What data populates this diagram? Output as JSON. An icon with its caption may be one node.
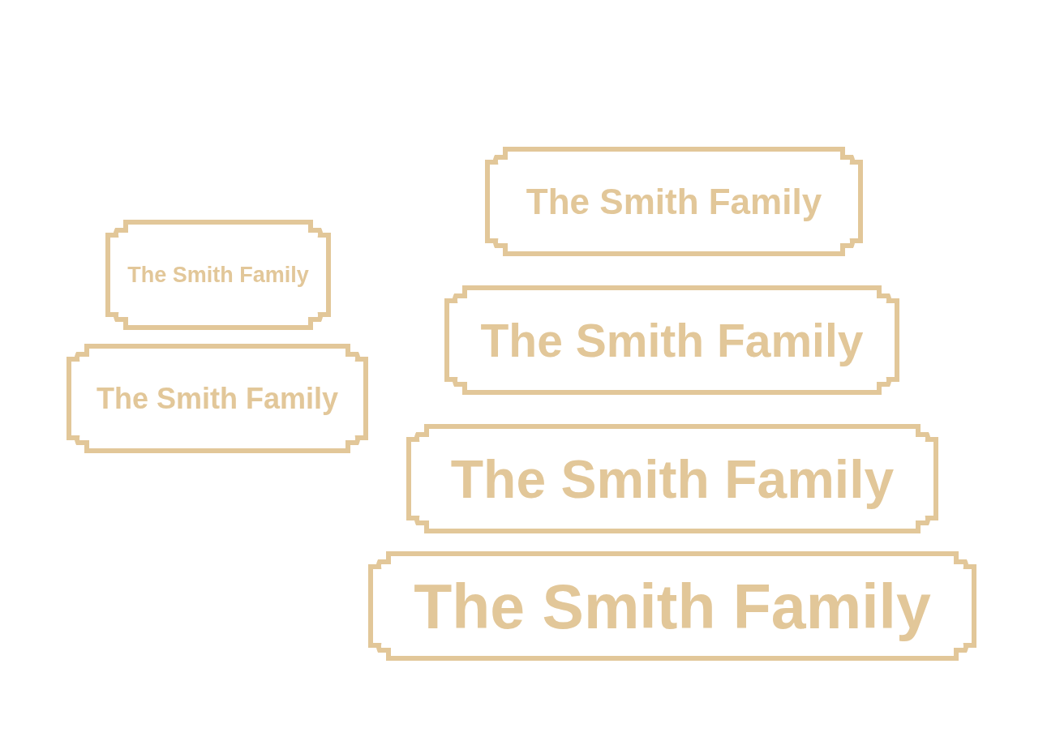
{
  "diagram": {
    "nodes": [
      {
        "text": [
          "The Smith Family"
        ]
      },
      {
        "text": [
          "The Smith Family"
        ]
      },
      {
        "text": [
          "The Smith Family"
        ]
      },
      {
        "text": [
          "The Smith Family"
        ]
      },
      {
        "text": [
          "The Smith Family"
        ]
      },
      {
        "text": [
          "The Smith Family"
        ]
      }
    ]
  }
}
